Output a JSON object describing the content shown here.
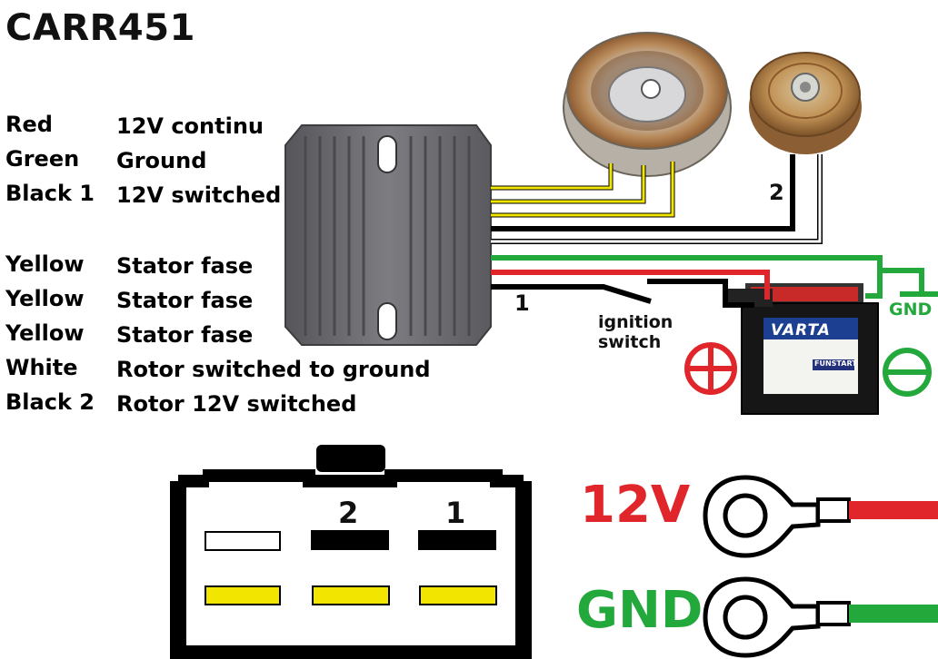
{
  "title": "CARR451",
  "legend": [
    {
      "wire": "Red",
      "function": "12V continu"
    },
    {
      "wire": "Green",
      "function": "Ground"
    },
    {
      "wire": "Black 1",
      "function": "12V switched"
    },
    {
      "wire": "Yellow",
      "function": "Stator fase"
    },
    {
      "wire": "Yellow",
      "function": "Stator fase"
    },
    {
      "wire": "Yellow",
      "function": "Stator fase"
    },
    {
      "wire": "White",
      "function": "Rotor switched to ground"
    },
    {
      "wire": "Black 2",
      "function": "Rotor 12V switched"
    }
  ],
  "wire_labels": {
    "black1": "1",
    "black2": "2"
  },
  "ignition_switch": [
    "ignition",
    "switch"
  ],
  "battery": {
    "brand": "VARTA",
    "model": "FUNSTART",
    "gnd_label": "GND"
  },
  "connector": {
    "pin2": "2",
    "pin1": "1"
  },
  "terminals": {
    "v12": "12V",
    "gnd": "GND"
  },
  "colors": {
    "red": "#e0262b",
    "green": "#23a83c",
    "yellow": "#f2e600",
    "black": "#000000",
    "white": "#ffffff",
    "regulator": "#6f6f73"
  }
}
